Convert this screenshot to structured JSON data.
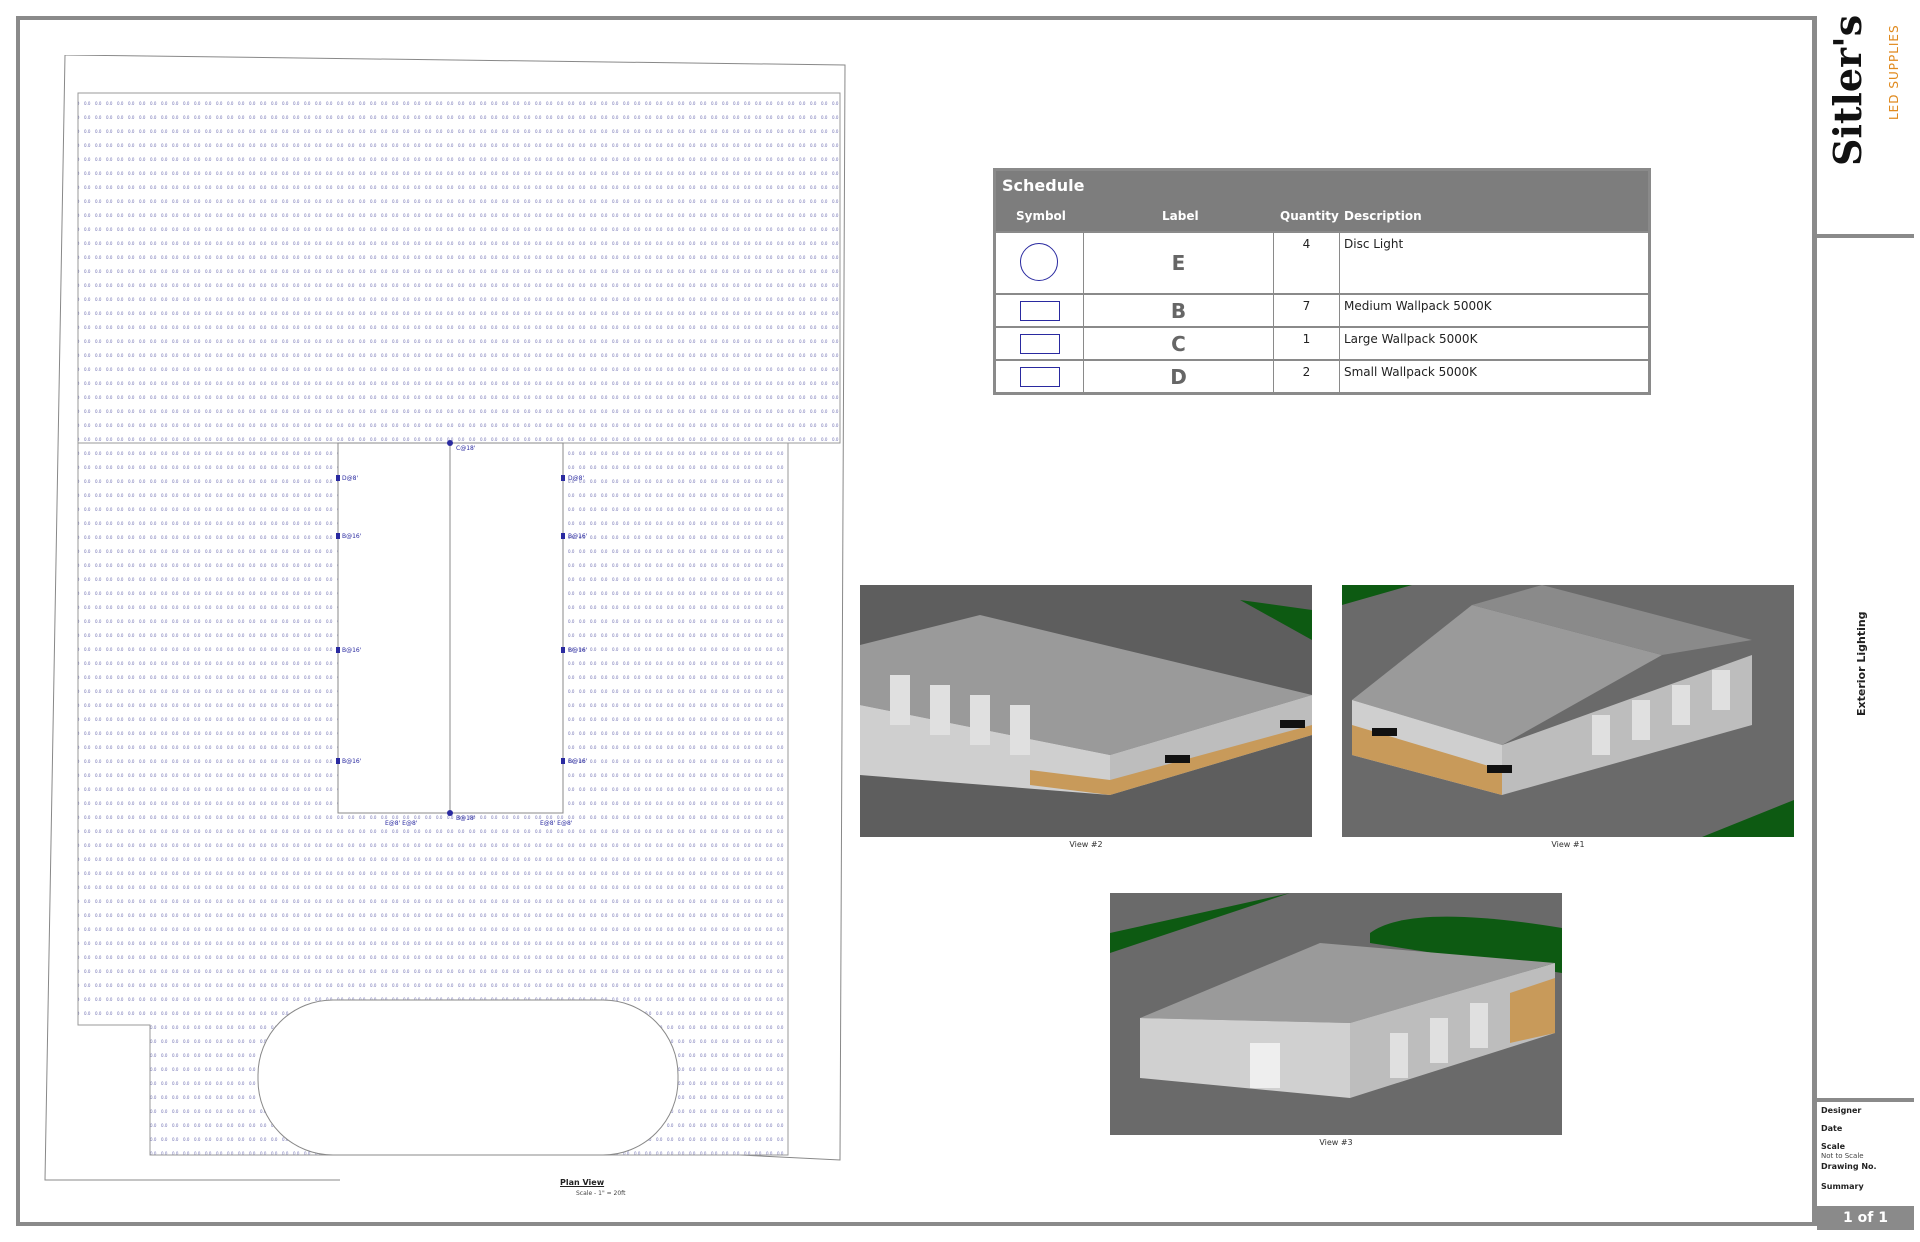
{
  "titleblock": {
    "logo_main": "Sitler's",
    "logo_sub": "LED SUPPLIES",
    "project_title": "Exterior Lighting",
    "fields": [
      {
        "label": "Designer",
        "value": ""
      },
      {
        "label": "Date",
        "value": ""
      },
      {
        "label": "Scale",
        "value": "Not to Scale"
      },
      {
        "label": "Drawing No.",
        "value": ""
      },
      {
        "label": "Summary",
        "value": ""
      }
    ],
    "sheet_number": "1 of 1"
  },
  "schedule": {
    "title": "Schedule",
    "headers": {
      "symbol": "Symbol",
      "label": "Label",
      "quantity": "Quantity",
      "description": "Description"
    },
    "rows": [
      {
        "symbol": "circle",
        "label": "E",
        "quantity": "4",
        "description": "Disc Light"
      },
      {
        "symbol": "rectangle",
        "label": "B",
        "quantity": "7",
        "description": "Medium Wallpack 5000K"
      },
      {
        "symbol": "rectangle",
        "label": "C",
        "quantity": "1",
        "description": "Large Wallpack 5000K"
      },
      {
        "symbol": "rectangle",
        "label": "D",
        "quantity": "2",
        "description": "Small Wallpack 5000K"
      }
    ]
  },
  "views": {
    "view2": "View #2",
    "view1": "View #1",
    "view3": "View #3"
  },
  "plan": {
    "caption": "Plan View",
    "scale": "Scale - 1\" = 20ft"
  },
  "colors": {
    "frame": "#8a8a8a",
    "symbol": "#2a2aa0",
    "grass": "#0d5a12",
    "roof": "#9a9a9a",
    "wall": "#c8c8c8",
    "accent": "#c89a5a"
  }
}
